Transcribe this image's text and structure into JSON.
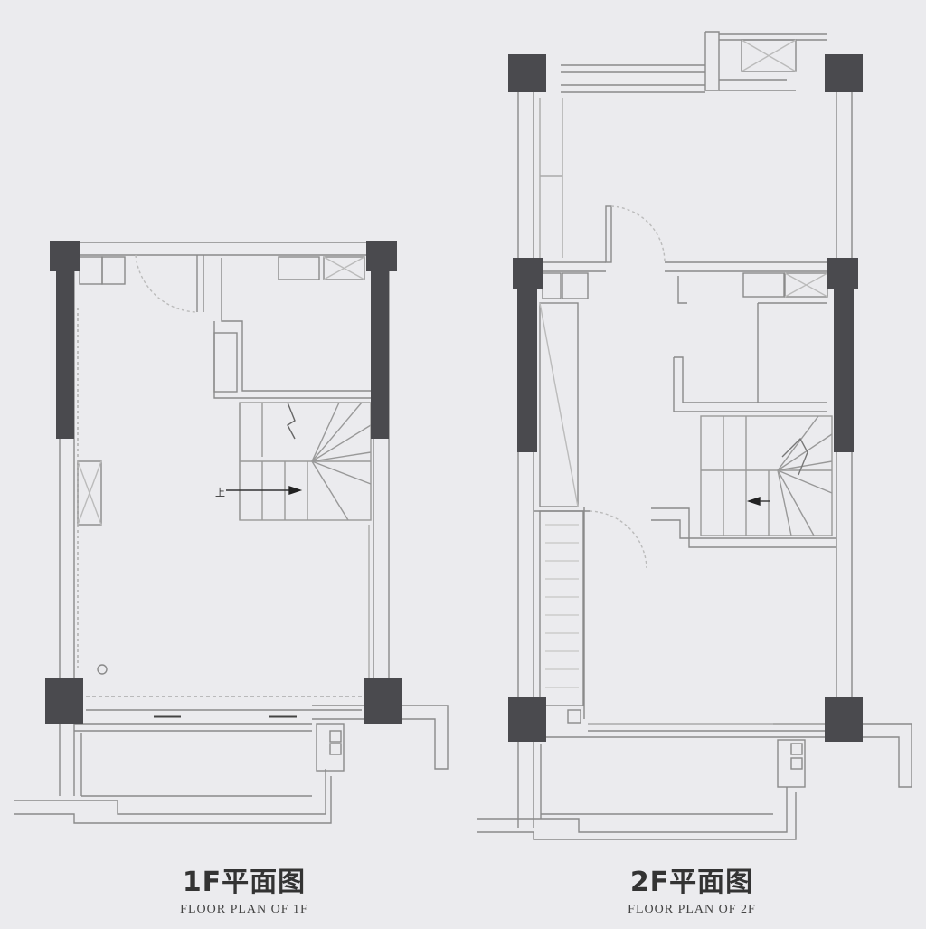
{
  "plans": [
    {
      "title_zh": "1F平面图",
      "title_en": "FLOOR PLAN OF 1F"
    },
    {
      "title_zh": "2F平面图",
      "title_en": "FLOOR PLAN OF 2F"
    }
  ],
  "stair_label": "上",
  "colors": {
    "background": "#ebebee",
    "column": "#4a4a4e",
    "wall_line": "#888888",
    "detail_line": "#bbbbbb",
    "caption_text": "#333333"
  }
}
